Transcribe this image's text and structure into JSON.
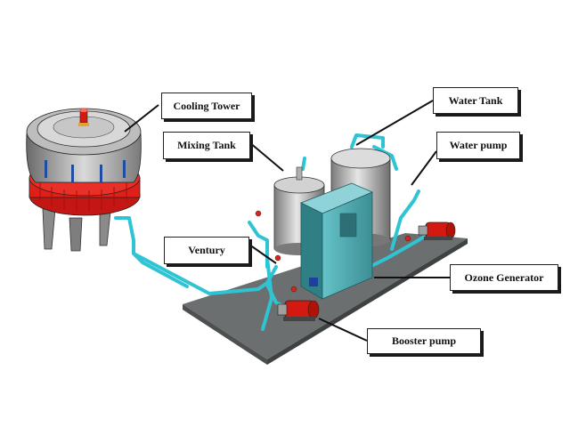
{
  "diagram": {
    "labels": {
      "cooling_tower": "Cooling Tower",
      "mixing_tank": "Mixing Tank",
      "water_tank": "Water Tank",
      "water_pump": "Water pump",
      "ventury": "Ventury",
      "ozone_generator": "Ozone Generator",
      "booster_pump": "Booster pump"
    },
    "colors": {
      "pipe": "#2fc4d4",
      "pump": "#d41a10",
      "tower_ring": "#e02018",
      "generator": "#3f9fa6",
      "platform": "#6f7272"
    }
  }
}
